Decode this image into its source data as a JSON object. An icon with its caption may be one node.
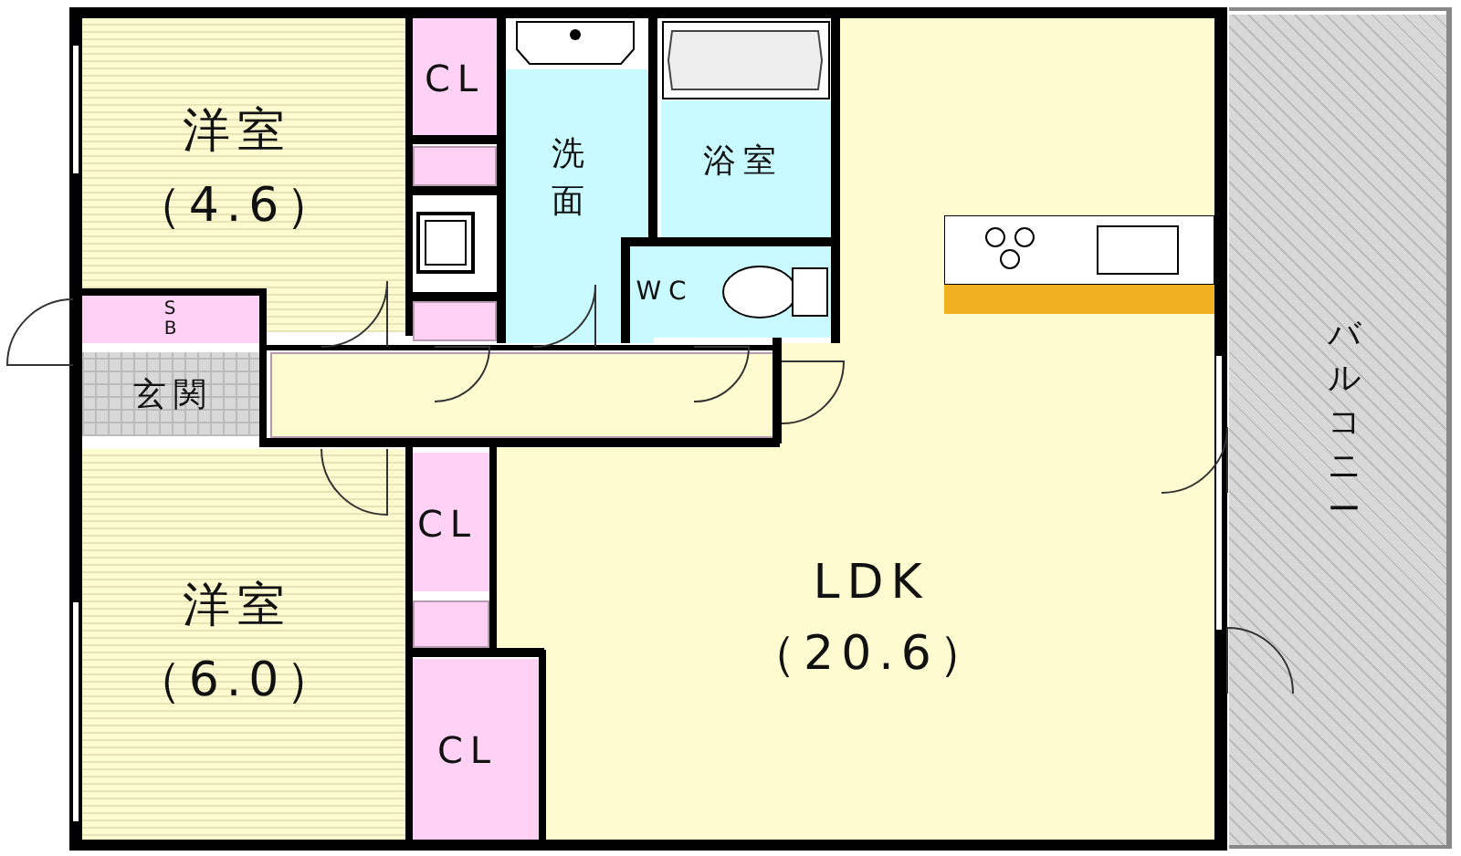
{
  "diagram": {
    "nodes": [
      {
        "text": [
          "洋室",
          "（4.6）"
        ]
      },
      {
        "text": [
          "CL"
        ]
      },
      {
        "text": [],
        "shape": "box"
      },
      {
        "text": [
          "洗面"
        ]
      },
      {
        "text": [
          "浴室"
        ]
      },
      {
        "text": [
          "WC"
        ]
      },
      {
        "text": [],
        "shape": "box"
      },
      {
        "text": [
          "SB"
        ]
      },
      {
        "text": [
          "玄関"
        ]
      },
      {
        "text": [],
        "shape": "box"
      },
      {
        "text": [
          "LDK",
          "（20.6）"
        ]
      },
      {
        "text": [
          "洋室",
          "（6.0）"
        ]
      },
      {
        "text": [
          "CL"
        ]
      },
      {
        "text": [],
        "shape": "box"
      },
      {
        "text": [
          "CL"
        ]
      },
      {
        "text": [
          "バルコニー"
        ]
      }
    ],
    "edges": []
  }
}
